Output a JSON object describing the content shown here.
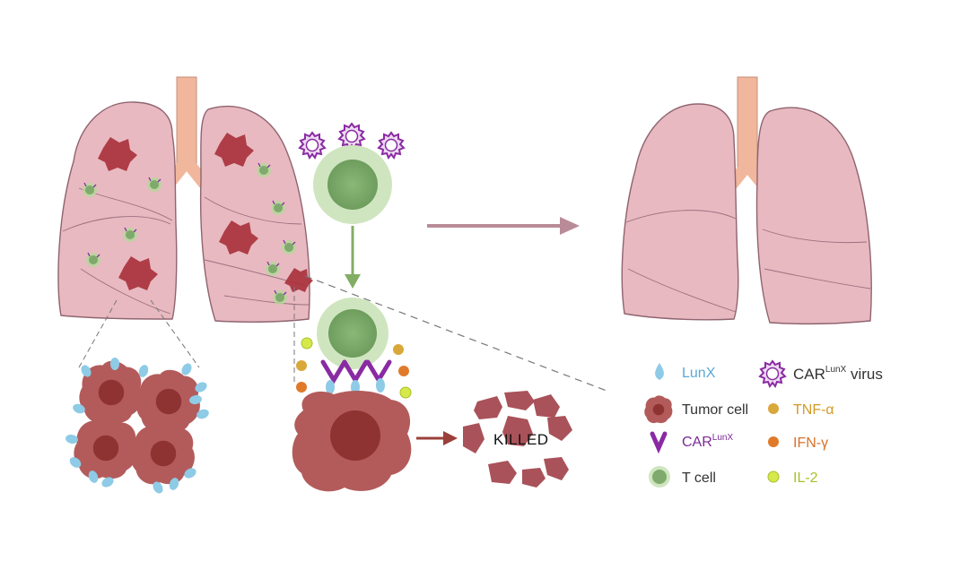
{
  "killed_label": "KILLED",
  "legend": {
    "lunx": "LunX",
    "car_virus_main": "CAR",
    "car_virus_sup": "LunX",
    "car_virus_suffix": " virus",
    "tumor_cell": "Tumor cell",
    "tnf": "TNF-α",
    "car_main": "CAR",
    "car_sup": "LunX",
    "ifn": "IFN-γ",
    "t_cell": "T cell",
    "il2": "IL-2"
  },
  "colors": {
    "lung_fill": "#e8b9c0",
    "lung_stroke": "#8f6470",
    "trachea": "#f0b79c",
    "tumor_outer": "#b35b5b",
    "tumor_inner": "#8f3232",
    "lunx_blue": "#8ecbe6",
    "car_purple": "#8a2aa3",
    "t_cell_outer": "#cfe5bf",
    "t_cell_inner": "#7fa96d",
    "tnf_yellow": "#d9a83a",
    "ifn_orange": "#e07a2a",
    "il2_green": "#bcd534",
    "arrow_mauve": "#b98b98",
    "arrow_green": "#83ad64",
    "arrow_brown": "#9b3f3a",
    "text_lunx": "#5aaad6",
    "text_purple": "#7a2a94",
    "text_tnf": "#d39a26",
    "text_ifn": "#d9712a",
    "text_il2": "#a9c02a"
  }
}
